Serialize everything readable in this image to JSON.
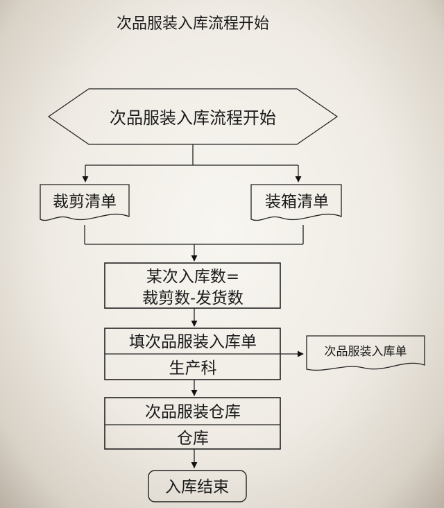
{
  "title": "次品服装入库流程开始",
  "nodes": {
    "start": "次品服装入库流程开始",
    "cut_list": "裁剪清单",
    "pack_list": "装箱清单",
    "count_line1": "某次入库数=",
    "count_line2": "裁剪数-发货数",
    "fill_form_top": "填次品服装入库单",
    "fill_form_bottom": "生产科",
    "warehouse_top": "次品服装仓库",
    "warehouse_bottom": "仓库",
    "output_doc": "次品服装入库单",
    "end": "入库结束"
  }
}
